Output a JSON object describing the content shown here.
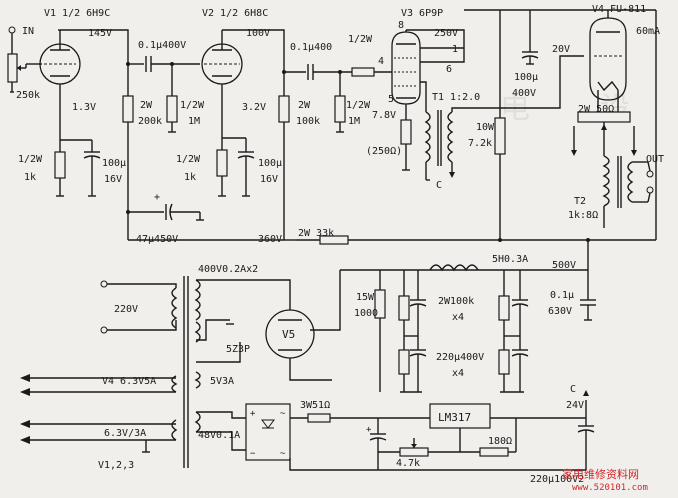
{
  "colors": {
    "ink": "#1a1a1a",
    "paper": "#f1efec",
    "red": "#d0262a"
  },
  "tubes": {
    "v1": {
      "label": "V1 1/2  6H9C",
      "plate_v": "145V",
      "cathode_v": "1.3V"
    },
    "v2": {
      "label": "V2 1/2  6H8C",
      "plate_v": "100V",
      "cathode_v": "3.2V"
    },
    "v3": {
      "label": "V3  6P9P",
      "plate_v": "250V",
      "cathode_v": "7.8V",
      "pin8": "8",
      "pin1": "1",
      "pin4": "4",
      "pin5": "5",
      "pin6": "6"
    },
    "v4": {
      "label": "V4  FU-811",
      "grid_v": "20V",
      "current": "60mA"
    },
    "v5": {
      "label": "V5",
      "type": "5Z3P"
    }
  },
  "labels": {
    "in": "IN",
    "r_250k": "250k",
    "r_k1": "1/2W",
    "r_k1b": "1k",
    "c_k1": "100μ",
    "c_k1b": "16V",
    "c_couple1": "0.1μ400V",
    "r_load1": "2W",
    "r_load1b": "200k",
    "r_grid2": "1/2W",
    "r_grid2b": "1M",
    "r_k2": "1/2W",
    "r_k2b": "1k",
    "c_k2": "100μ",
    "c_k2b": "16V",
    "c_fb": "47μ450V",
    "b_360": "360V",
    "c_couple2": "0.1μ400",
    "r_stop": "1/2W",
    "r_load2": "2W",
    "r_load2b": "100k",
    "r_grid3": "1/2W",
    "r_grid3b": "1M",
    "r_k3": "(250Ω)",
    "t1": "T1  1:2.0",
    "t1_c": "C",
    "r_10w": "10W",
    "r_7k2": "7.2k",
    "c_100u": "100μ",
    "c_400v": "400V",
    "r_2w50": "2W  50Ω",
    "t2": "T2",
    "t2b": "1k:8Ω",
    "out": "OUT",
    "r_feed": "2W  33k",
    "choke": "5H0.3A",
    "b_500": "500V",
    "c_01": "0.1μ",
    "c_630": "630V",
    "pt_hv": "400V0.2Ax2",
    "mains": "220V",
    "r_15w": "15W",
    "r_1000": "1000",
    "r_bleed": "2W100k",
    "r_bleed_x4": "x4",
    "c_filt": "220μ400V",
    "c_filt_x4": "x4",
    "ht_v4": "V4  6.3V5A",
    "ht_v5": "5V3A",
    "ht_v123": "6.3V/3A",
    "ht_tubes": "V1,2,3",
    "aux": "48V0.1A",
    "r_3w51": "3W51Ω",
    "reg": "LM317",
    "r_180": "180Ω",
    "pot_47k": "4.7k",
    "c_24v": "C",
    "v_24": "24V",
    "c_220u": "220μ100V2"
  },
  "watermark": {
    "site": "www.520101.com",
    "brand": "家电维修资料网"
  }
}
